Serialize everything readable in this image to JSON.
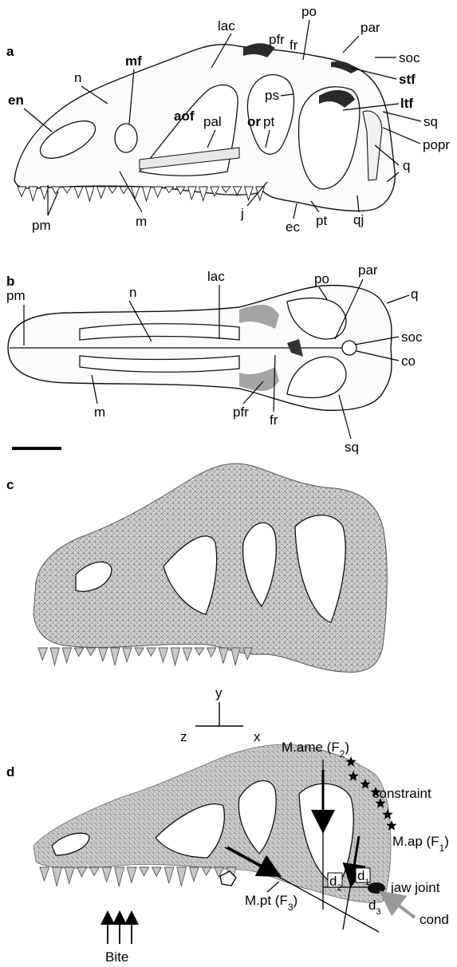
{
  "panels": {
    "a": {
      "letter": "a",
      "labels": {
        "en": "en",
        "n": "n",
        "mf": "mf",
        "lac": "lac",
        "aof": "aof",
        "pal": "pal",
        "pfr": "pfr",
        "fr": "fr",
        "po": "po",
        "par": "par",
        "soc": "soc",
        "stf": "stf",
        "ps": "ps",
        "or": "or",
        "pt": "pt",
        "ltf": "ltf",
        "sq": "sq",
        "popr": "popr",
        "q": "q",
        "m": "m",
        "pm": "pm",
        "j": "j",
        "ec": "ec",
        "pt2": "pt",
        "qj": "qj"
      }
    },
    "b": {
      "letter": "b",
      "labels": {
        "pm": "pm",
        "n": "n",
        "lac": "lac",
        "po": "po",
        "par": "par",
        "q": "q",
        "soc": "soc",
        "co": "co",
        "m": "m",
        "pfr": "pfr",
        "fr": "fr",
        "sq": "sq"
      }
    },
    "c": {
      "letter": "c",
      "axes": {
        "y": "y",
        "z": "z",
        "x": "x"
      }
    },
    "d": {
      "letter": "d",
      "labels": {
        "mame": "M.ame (F",
        "mame_sub": "2",
        "constraint": "constraint",
        "map": "M.ap (F",
        "map_sub": "1",
        "jaw_joint": "jaw joint",
        "d2": "d",
        "d2_sub": "2",
        "d1": "d",
        "d1_sub": "1",
        "d3": "d",
        "d3_sub": "3",
        "mpt": "M.pt (F",
        "mpt_sub": "3",
        "cond": "cond",
        "bite": "Bite",
        "close_paren": ")"
      }
    }
  }
}
